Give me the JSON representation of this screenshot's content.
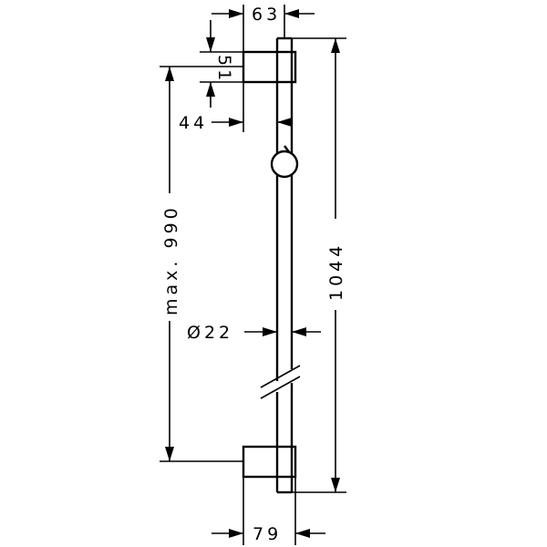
{
  "dimensions": {
    "top_width": "63",
    "bracket_height": "51",
    "bracket_depth": "44",
    "max_span": "max. 990",
    "total_length": "1044",
    "diameter": "Ø22",
    "bottom_width": "79"
  }
}
